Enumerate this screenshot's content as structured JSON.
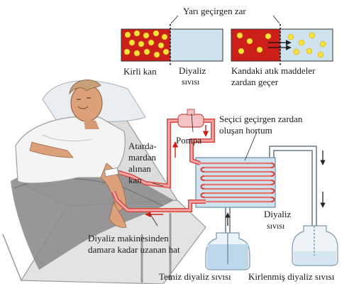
{
  "diagram": {
    "membrane_title": "Yarı geçirgen zar",
    "dirty_blood": "Kirli kan",
    "dialysis_fluid_top_1": "Diyaliz",
    "dialysis_fluid_top_2": "sıvısı",
    "waste_note_1": "Kandaki atık maddeler",
    "waste_note_2": "zardan geçer",
    "selective_tube_1": "Seçici geçirgen zardan",
    "selective_tube_2": "oluşan hortum",
    "pump": "Pompa",
    "artery_1": "Atarda-",
    "artery_2": "mardan",
    "artery_3": "alınan",
    "artery_4": "kan",
    "dialysis_fluid_right_1": "Diyaliz",
    "dialysis_fluid_right_2": "sıvısı",
    "return_line_1": "Diyaliz makinesinden",
    "return_line_2": "damara kadar uzanan hat",
    "clean_fluid": "Temiz diyaliz sıvısı",
    "dirty_fluid": "Kirlenmiş diyaliz sıvısı"
  },
  "colors": {
    "blood": "#cc1f1a",
    "tube": "#f2a7a9",
    "tube_edge": "#d9483f",
    "fluid": "#cfe3ef",
    "waste": "#f7e13a",
    "bed": "#e6e6e6",
    "skin": "#dca07a"
  }
}
